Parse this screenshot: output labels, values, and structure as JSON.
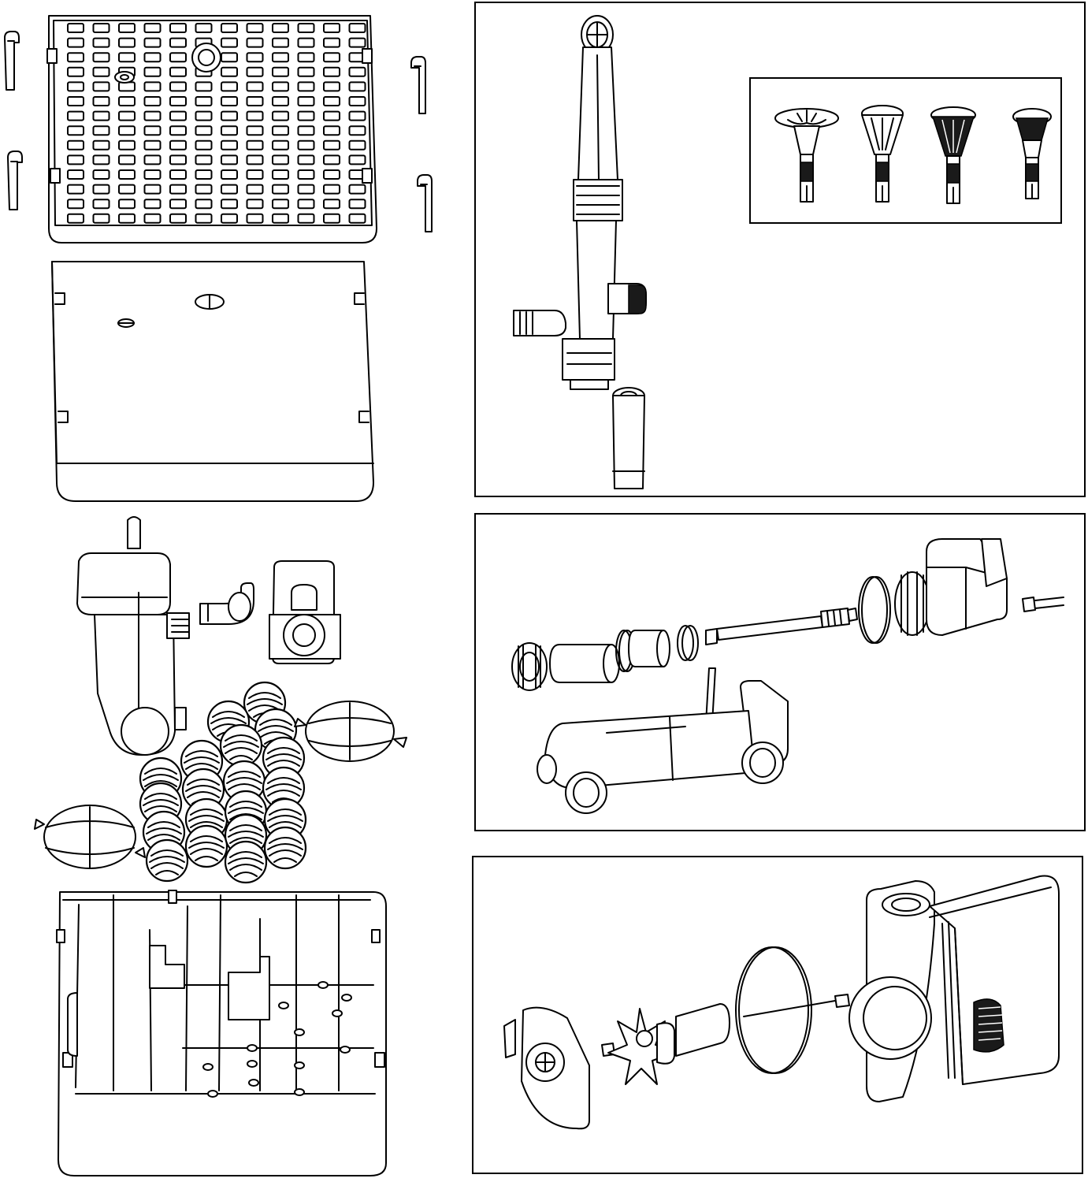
{
  "diagram": {
    "colors": {
      "line": "#000000",
      "background": "#ffffff"
    },
    "left_column": {
      "lid_grid": {
        "rows": 14,
        "cols": 12
      },
      "lid_clips_count": 4,
      "bio_balls_count": 20,
      "filter_bags_count": 2
    },
    "panels": [
      {
        "id": "fountain-nozzle-assembly",
        "nozzle_options_count": 4
      },
      {
        "id": "uv-sterilizer-assembly"
      },
      {
        "id": "pump-impeller-assembly"
      }
    ]
  }
}
